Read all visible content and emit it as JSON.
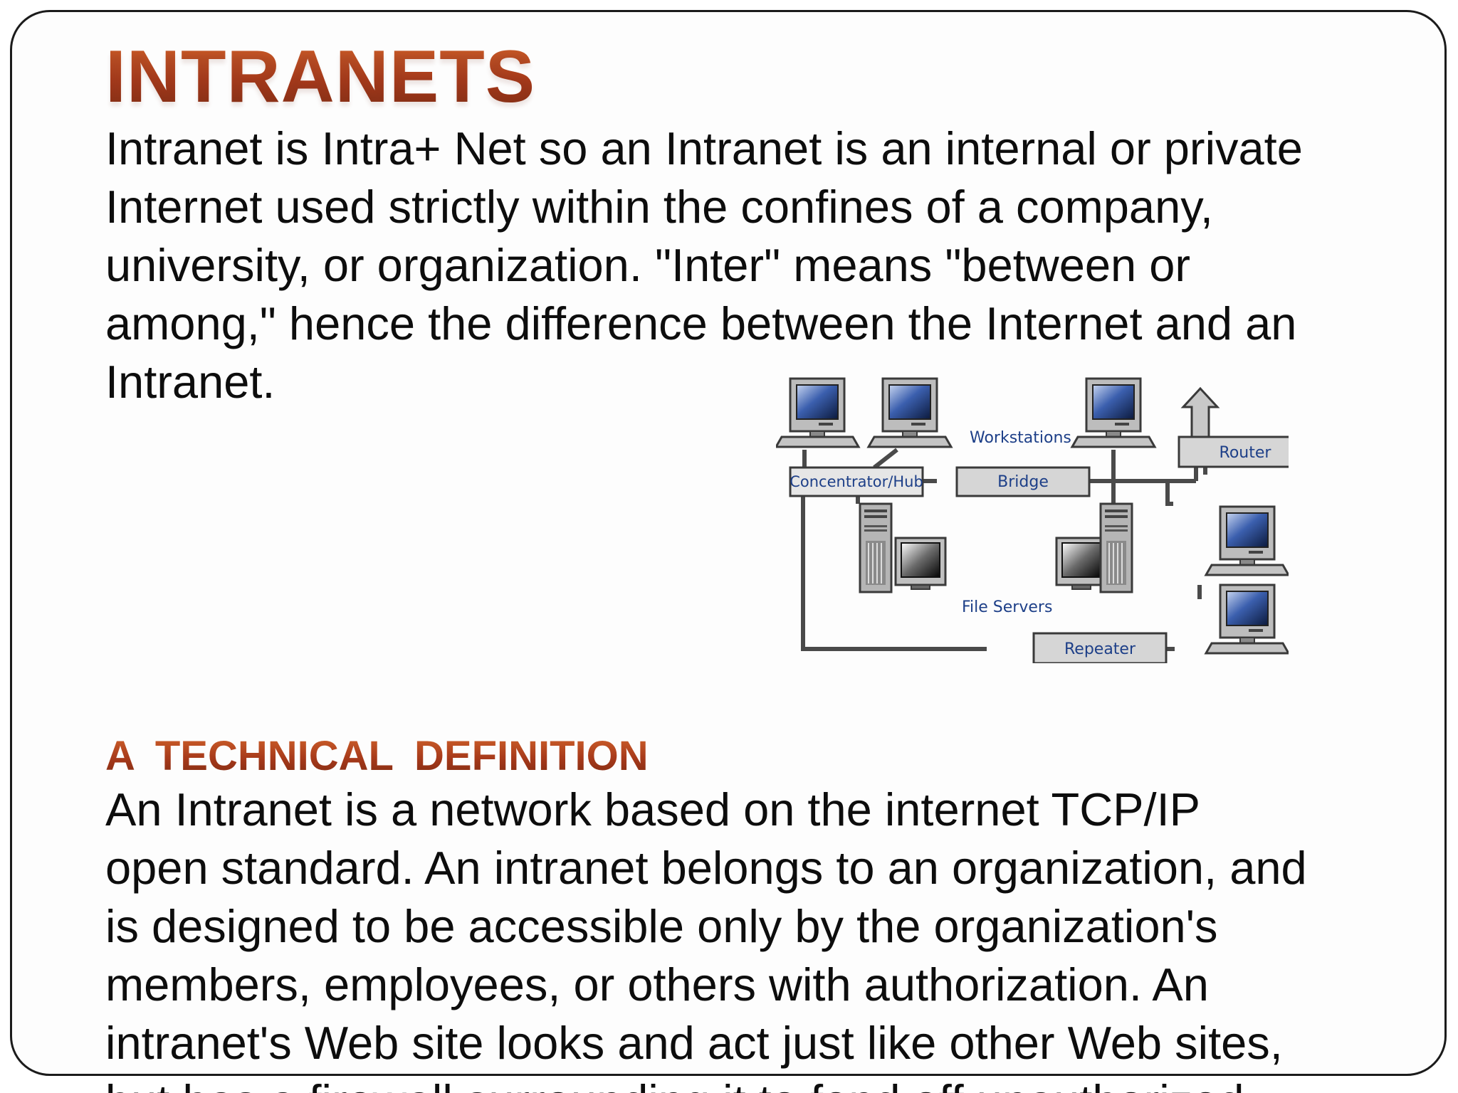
{
  "slide": {
    "title": "INTRANETS",
    "intro_text": "Intranet is Intra+ Net so an Intranet is an internal or private\nInternet used strictly within the confines of a company,\nuniversity, or organization. \"Inter\" means \"between or\namong,\" hence the difference between the Internet and an\nIntranet.",
    "section_heading": "A TECHNICAL DEFINITION",
    "definition_text": "An Intranet is a network based on the internet TCP/IP\nopen standard. An intranet belongs to an organization, and\nis designed to be accessible only by the organization's\nmembers, employees, or others with authorization. An\nintranet's Web site looks and act just like other Web sites,\nbut has a firewall surrounding it to fend off unauthorized"
  },
  "diagram": {
    "labels": {
      "workstations": "Workstations",
      "concentrator_hub": "Concentrator/Hub",
      "bridge": "Bridge",
      "router": "Router",
      "file_servers": "File Servers",
      "repeater": "Repeater"
    }
  },
  "colors": {
    "title": "#b3461c",
    "body_text": "#0d0d0d",
    "diagram_label": "#1d3f88",
    "frame_border": "#1b1b1b"
  }
}
